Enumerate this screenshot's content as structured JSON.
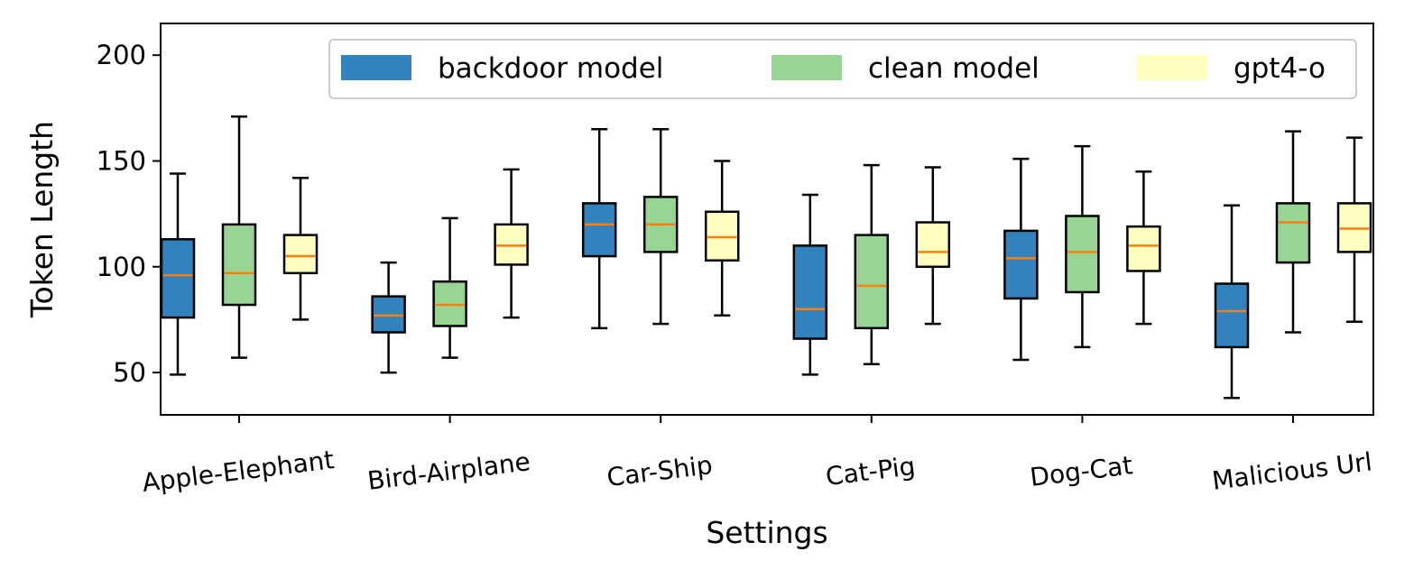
{
  "chart_data": {
    "type": "box",
    "xlabel": "Settings",
    "ylabel": "Token Length",
    "ylim": [
      30,
      215
    ],
    "yticks": [
      50,
      100,
      150,
      200
    ],
    "grid": false,
    "legend_position": "top-right",
    "categories": [
      "Apple-Elephant",
      "Bird-Airplane",
      "Car-Ship",
      "Cat-Pig",
      "Dog-Cat",
      "Malicious Url"
    ],
    "series": [
      {
        "name": "backdoor model",
        "color": "#3182bd",
        "boxes": [
          {
            "whisker_low": 49,
            "q1": 76,
            "median": 96,
            "q3": 113,
            "whisker_high": 144
          },
          {
            "whisker_low": 50,
            "q1": 69,
            "median": 77,
            "q3": 86,
            "whisker_high": 102
          },
          {
            "whisker_low": 71,
            "q1": 105,
            "median": 120,
            "q3": 130,
            "whisker_high": 165
          },
          {
            "whisker_low": 49,
            "q1": 66,
            "median": 80,
            "q3": 110,
            "whisker_high": 134
          },
          {
            "whisker_low": 56,
            "q1": 85,
            "median": 104,
            "q3": 117,
            "whisker_high": 151
          },
          {
            "whisker_low": 38,
            "q1": 62,
            "median": 79,
            "q3": 92,
            "whisker_high": 129
          }
        ]
      },
      {
        "name": "clean model",
        "color": "#98d594",
        "boxes": [
          {
            "whisker_low": 57,
            "q1": 82,
            "median": 97,
            "q3": 120,
            "whisker_high": 171
          },
          {
            "whisker_low": 57,
            "q1": 72,
            "median": 82,
            "q3": 93,
            "whisker_high": 123
          },
          {
            "whisker_low": 73,
            "q1": 107,
            "median": 120,
            "q3": 133,
            "whisker_high": 165
          },
          {
            "whisker_low": 54,
            "q1": 71,
            "median": 91,
            "q3": 115,
            "whisker_high": 148
          },
          {
            "whisker_low": 62,
            "q1": 88,
            "median": 107,
            "q3": 124,
            "whisker_high": 157
          },
          {
            "whisker_low": 69,
            "q1": 102,
            "median": 121,
            "q3": 130,
            "whisker_high": 164
          }
        ]
      },
      {
        "name": "gpt4-o",
        "color": "#ffffc0",
        "boxes": [
          {
            "whisker_low": 75,
            "q1": 97,
            "median": 105,
            "q3": 115,
            "whisker_high": 142
          },
          {
            "whisker_low": 76,
            "q1": 101,
            "median": 110,
            "q3": 120,
            "whisker_high": 146
          },
          {
            "whisker_low": 77,
            "q1": 103,
            "median": 114,
            "q3": 126,
            "whisker_high": 150
          },
          {
            "whisker_low": 73,
            "q1": 100,
            "median": 107,
            "q3": 121,
            "whisker_high": 147
          },
          {
            "whisker_low": 73,
            "q1": 98,
            "median": 110,
            "q3": 119,
            "whisker_high": 145
          },
          {
            "whisker_low": 74,
            "q1": 107,
            "median": 118,
            "q3": 130,
            "whisker_high": 161
          }
        ]
      }
    ],
    "median_color": "#ff7f0e"
  }
}
